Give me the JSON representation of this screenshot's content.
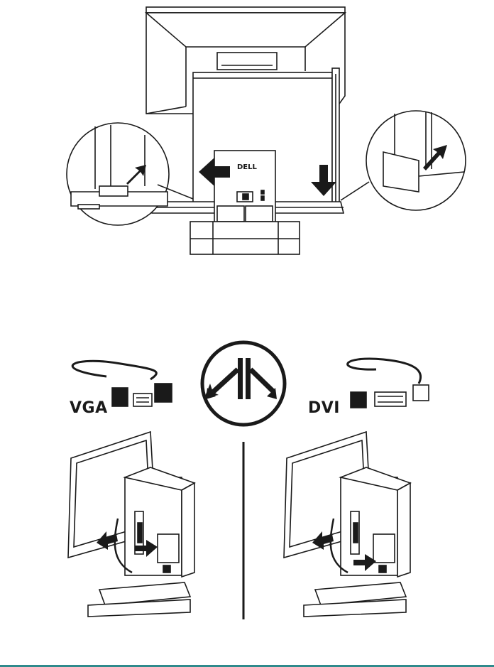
{
  "colors": {
    "line": "#1a1a1a",
    "footer_rule": "#2f8a8c"
  },
  "figure_top": {
    "brand_text": "DELL",
    "icons": [
      "arrow-left-icon",
      "arrow-down-icon",
      "lock-icon"
    ]
  },
  "figure_bottom": {
    "left_cable_label": "VGA",
    "right_cable_label": "DVI",
    "icons": [
      "split-choice-icon",
      "arrow-right-icon"
    ]
  }
}
